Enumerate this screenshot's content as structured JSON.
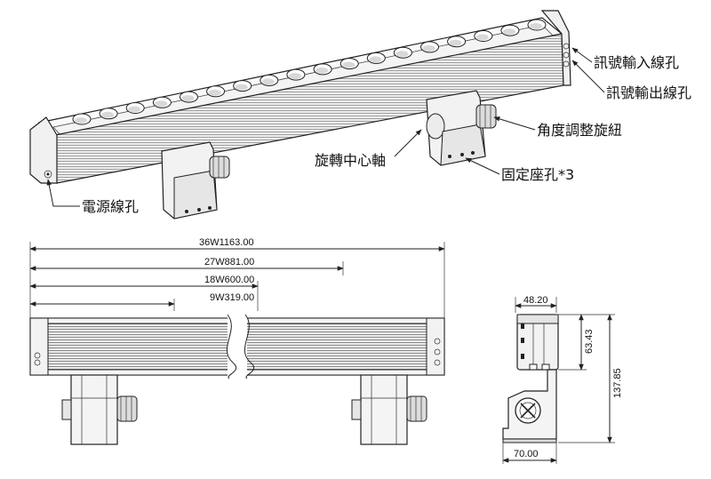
{
  "callouts": {
    "signal_in": "訊號輸入線孔",
    "signal_out": "訊號輸出線孔",
    "angle_knob": "角度調整旋紐",
    "pivot_axis": "旋轉中心軸",
    "fixing_holes": "固定座孔*3",
    "power_hole": "電源線孔"
  },
  "lengths": {
    "w36": "36W1163.00",
    "w27": "27W881.00",
    "w18": "18W600.00",
    "w9": "9W319.00"
  },
  "side_view": {
    "width_top": "48.20",
    "height_body": "63.43",
    "height_total": "137.85",
    "width_base": "70.00"
  },
  "colors": {
    "line": "#222222",
    "body_fill": "#f2f2f2",
    "background": "#ffffff"
  }
}
